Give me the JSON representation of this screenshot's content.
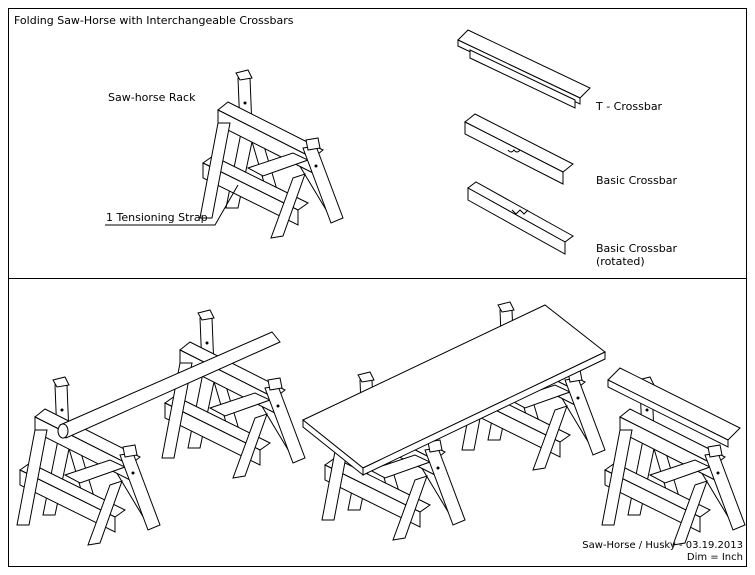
{
  "title": "Folding Saw-Horse with Interchangeable Crossbars",
  "labels": {
    "rack": "Saw-horse Rack",
    "strap": "1 Tensioning Strap",
    "t_crossbar": "T - Crossbar",
    "basic_crossbar": "Basic Crossbar",
    "basic_rotated_1": "Basic Crossbar",
    "basic_rotated_2": "(rotated)"
  },
  "footer": {
    "line1": "Saw-Horse / Husky - 03.19.2013",
    "line2": "Dim = Inch"
  }
}
